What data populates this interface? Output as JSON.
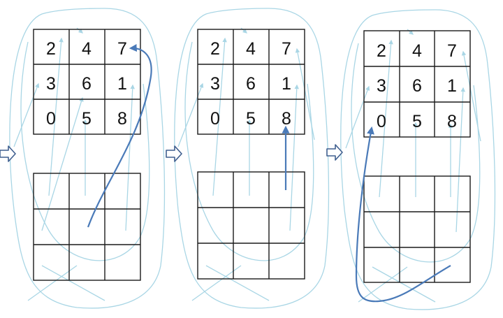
{
  "diagram": {
    "colors": {
      "grid_line": "#1a1a1a",
      "faint_arrow": "#a9d6e5",
      "highlight_arrow": "#4a7ab8",
      "step_arrow": "#3f5f8f",
      "background": "#ffffff"
    },
    "panels": [
      {
        "magic_square": [
          [
            "2",
            "4",
            "7"
          ],
          [
            "3",
            "6",
            "1"
          ],
          [
            "0",
            "5",
            "8"
          ]
        ],
        "highlight": "7"
      },
      {
        "magic_square": [
          [
            "2",
            "4",
            "7"
          ],
          [
            "3",
            "6",
            "1"
          ],
          [
            "0",
            "5",
            "8"
          ]
        ],
        "highlight": "8"
      },
      {
        "magic_square": [
          [
            "2",
            "4",
            "7"
          ],
          [
            "3",
            "6",
            "1"
          ],
          [
            "0",
            "5",
            "8"
          ]
        ],
        "highlight": "0"
      }
    ],
    "step_arrow_icon": "hollow-right-arrow-icon"
  }
}
